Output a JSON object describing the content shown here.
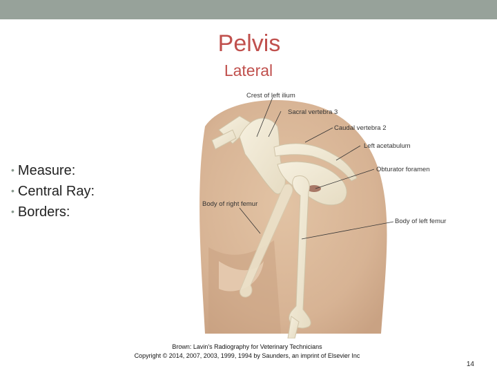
{
  "slide": {
    "title": "Pelvis",
    "subtitle": "Lateral",
    "bullets": [
      "Measure:",
      "Central Ray:",
      "Borders:"
    ],
    "figure_labels": {
      "crest": "Crest of left ilium",
      "sacral": "Sacral vertebra 3",
      "caudal": "Caudal vertebra 2",
      "acetabulum": "Left acetabulum",
      "obturator": "Obturator foramen",
      "right_femur": "Body of right femur",
      "left_femur": "Body of left femur"
    },
    "caption_line1": "Brown: Lavin's Radiography for Veterinary Technicians",
    "caption_line2": "Copyright © 2014, 2007, 2003, 1999, 1994 by Saunders, an imprint of Elsevier Inc",
    "page_number": "14"
  },
  "colors": {
    "header_bar": "#97a29a",
    "title": "#c0504d"
  }
}
